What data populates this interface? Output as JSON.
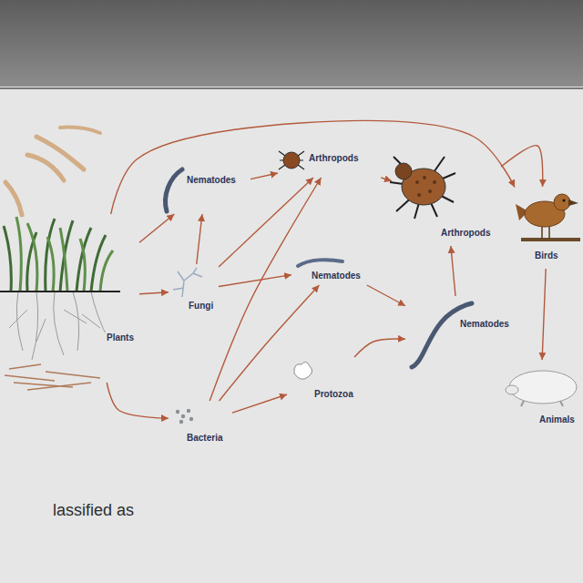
{
  "diagram": {
    "nodes": [
      {
        "text": [
          "Nematodes"
        ]
      },
      {
        "text": [
          "Arthropods"
        ]
      },
      {
        "text": [
          "Arthropods"
        ]
      },
      {
        "text": [
          "Birds"
        ]
      },
      {
        "text": [
          "Nematodes"
        ]
      },
      {
        "text": [
          "Fungi"
        ]
      },
      {
        "text": [
          "Plants"
        ]
      },
      {
        "text": [
          "Nematodes"
        ]
      },
      {
        "text": [
          "Protozoa"
        ]
      },
      {
        "text": [
          "Bacteria"
        ]
      },
      {
        "text": [
          "Animals"
        ]
      }
    ],
    "edges": [
      {
        "from": 6,
        "to": 0,
        "arrow": "to"
      },
      {
        "from": 6,
        "to": 3,
        "arrow": "to"
      },
      {
        "from": 0,
        "to": 1,
        "arrow": "to"
      },
      {
        "from": 1,
        "to": 2,
        "arrow": "to"
      },
      {
        "from": 2,
        "to": 3,
        "arrow": "to"
      },
      {
        "from": 6,
        "to": 5,
        "arrow": "to"
      },
      {
        "from": 5,
        "to": 0,
        "arrow": "to"
      },
      {
        "from": 5,
        "to": 1,
        "arrow": "to"
      },
      {
        "from": 5,
        "to": 4,
        "arrow": "to"
      },
      {
        "from": 6,
        "to": 9,
        "arrow": "to"
      },
      {
        "from": 9,
        "to": 1,
        "arrow": "to"
      },
      {
        "from": 9,
        "to": 4,
        "arrow": "to"
      },
      {
        "from": 9,
        "to": 8,
        "arrow": "to"
      },
      {
        "from": 8,
        "to": 7,
        "arrow": "to"
      },
      {
        "from": 4,
        "to": 7,
        "arrow": "to"
      },
      {
        "from": 7,
        "to": 2,
        "arrow": "to"
      },
      {
        "from": 3,
        "to": 10,
        "arrow": "to"
      }
    ],
    "labels": [
      "lassified as"
    ]
  }
}
